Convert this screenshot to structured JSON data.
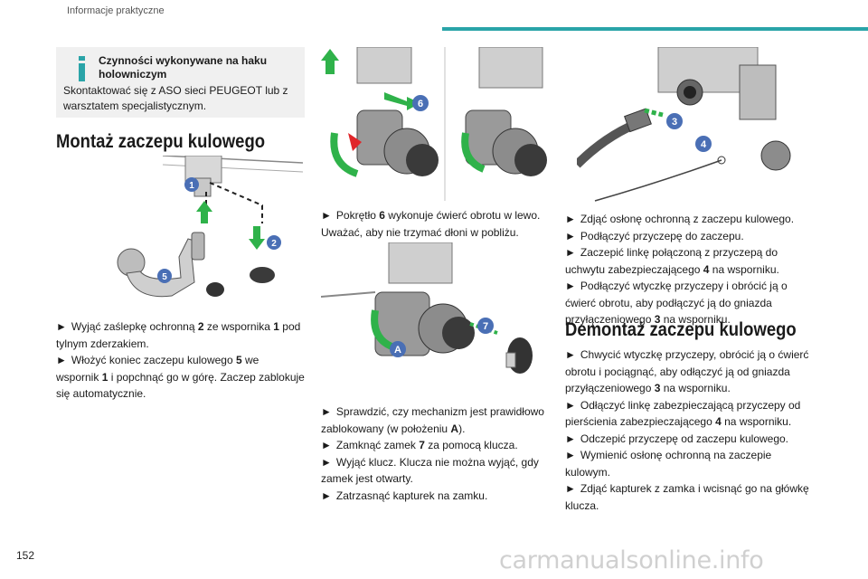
{
  "header": {
    "section": "Informacje praktyczne"
  },
  "info_box": {
    "title": "Czynności wykonywane na haku holowniczym",
    "body": "Skontaktować się z ASO sieci PEUGEOT lub z warsztatem specjalistycznym."
  },
  "section1": {
    "title": "Montaż zaczepu kulowego",
    "illustration_callouts": [
      "1",
      "2",
      "5"
    ],
    "step1": {
      "arrow": "►",
      "t1": "Wyjąć zaślepkę ochronną ",
      "b1": "2",
      "t2": " ze wspornika ",
      "b2": "1",
      "t3": " pod tylnym zderzakiem."
    },
    "step2": {
      "arrow": "►",
      "t1": "Włożyć koniec zaczepu kulowego ",
      "b1": "5",
      "t2": " we wspornik ",
      "b2": "1",
      "t3": " i popchnąć go w górę. Zaczep zablokuje się automatycznie."
    }
  },
  "column2": {
    "illustration_top_callouts": [
      "6"
    ],
    "step_knob": {
      "arrow": "►",
      "t1": "Pokrętło ",
      "b1": "6",
      "t2": " wykonuje ćwierć obrotu w lewo. Uważać, aby nie trzymać dłoni w pobliżu."
    },
    "illustration_mid_callouts": [
      "7",
      "A"
    ],
    "steps": [
      {
        "arrow": "►",
        "t1": "Sprawdzić, czy mechanizm jest prawidłowo zablokowany (w położeniu ",
        "b1": "A",
        "t2": ")."
      },
      {
        "arrow": "►",
        "t1": "Zamknąć zamek ",
        "b1": "7",
        "t2": " za pomocą klucza."
      },
      {
        "arrow": "►",
        "t1": "Wyjąć klucz. Klucza nie można wyjąć, gdy zamek jest otwarty.",
        "b1": "",
        "t2": ""
      },
      {
        "arrow": "►",
        "t1": "Zatrzasnąć kapturek na zamku.",
        "b1": "",
        "t2": ""
      }
    ]
  },
  "column3": {
    "illustration_callouts": [
      "3",
      "4"
    ],
    "steps": [
      {
        "arrow": "►",
        "t1": "Zdjąć osłonę ochronną z zaczepu kulowego.",
        "b1": "",
        "t2": ""
      },
      {
        "arrow": "►",
        "t1": "Podłączyć przyczepę do zaczepu.",
        "b1": "",
        "t2": ""
      },
      {
        "arrow": "►",
        "t1": "Zaczepić linkę połączoną z przyczepą do uchwytu zabezpieczającego ",
        "b1": "4",
        "t2": " na wsporniku."
      },
      {
        "arrow": "►",
        "t1": "Podłączyć wtyczkę przyczepy i obrócić ją o ćwierć obrotu, aby podłączyć ją do gniazda przyłączeniowego ",
        "b1": "3",
        "t2": " na wsporniku."
      }
    ],
    "section2": {
      "title": "Demontaż zaczepu kulowego",
      "steps": [
        {
          "arrow": "►",
          "t1": "Chwycić wtyczkę przyczepy, obrócić ją o ćwierć obrotu i pociągnąć, aby odłączyć ją od gniazda przyłączeniowego ",
          "b1": "3",
          "t2": " na wsporniku."
        },
        {
          "arrow": "►",
          "t1": "Odłączyć linkę zabezpieczającą przyczepy od pierścienia zabezpieczającego ",
          "b1": "4",
          "t2": " na wsporniku."
        },
        {
          "arrow": "►",
          "t1": "Odczepić przyczepę od zaczepu kulowego.",
          "b1": "",
          "t2": ""
        },
        {
          "arrow": "►",
          "t1": "Wymienić osłonę ochronną na zaczepie kulowym.",
          "b1": "",
          "t2": ""
        },
        {
          "arrow": "►",
          "t1": "Zdjąć kapturek z zamka i wcisnąć go na główkę klucza.",
          "b1": "",
          "t2": ""
        }
      ]
    }
  },
  "footer": {
    "page_number": "152",
    "watermark": "carmanualsonline.info"
  },
  "colors": {
    "accent_teal": "#2aa4a8",
    "arrow_green": "#2fb24a",
    "callout_blue": "#4a6fb5",
    "warning_red": "#e0262a"
  }
}
